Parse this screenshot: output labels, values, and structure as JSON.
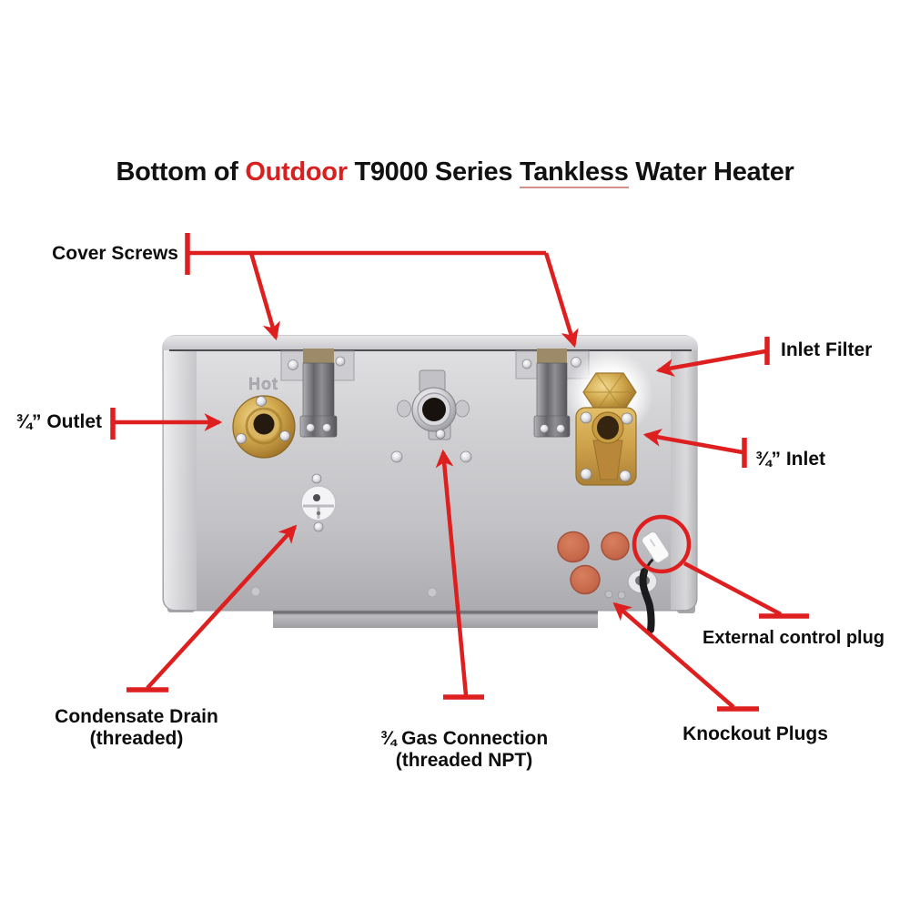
{
  "title": {
    "prefix": "Bottom of ",
    "highlight": "Outdoor",
    "middle": " T9000 Series ",
    "underlined": "Tankless",
    "suffix": " Water Heater"
  },
  "labels": {
    "cover_screws": "Cover Screws",
    "inlet_filter": "Inlet Filter",
    "outlet": "¾” Outlet",
    "inlet": "¾” Inlet",
    "condensate_line1": "Condensate Drain",
    "condensate_line2": "(threaded)",
    "gas_line1": "¾ Gas Connection",
    "gas_line2": "(threaded NPT)",
    "knockout": "Knockout Plugs",
    "external_control": "External control plug",
    "hot_marking": "Hot"
  },
  "colors": {
    "annotation_red": "#dd1f1f",
    "title_red": "#d92020",
    "brass": "#c59a4a",
    "knockout_orange": "#c96c4c",
    "body_grey": "#c6c6ca"
  }
}
